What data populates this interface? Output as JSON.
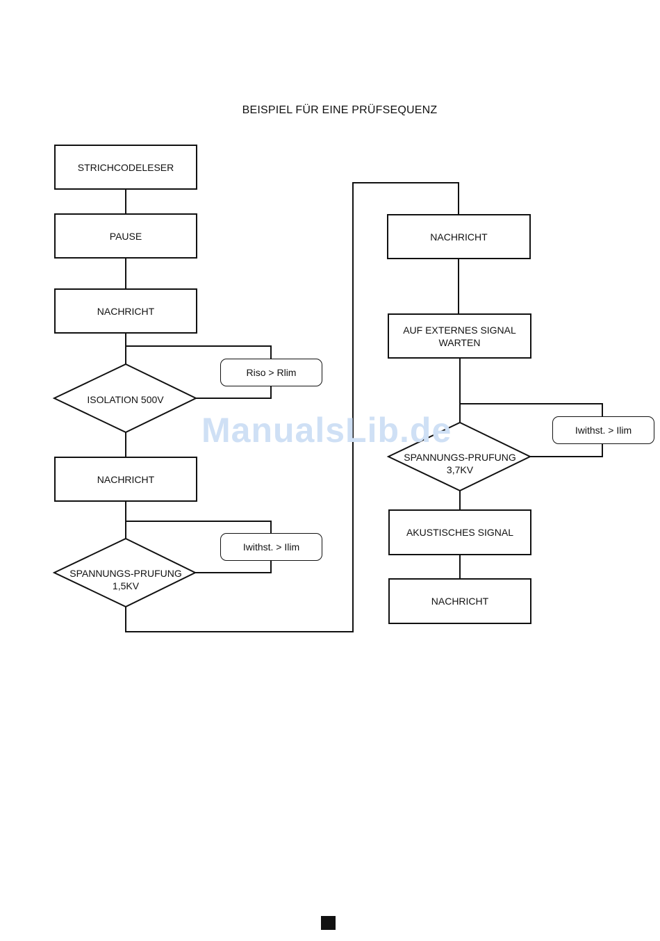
{
  "title": "BEISPIEL FÜR EINE PRÜFSEQUENZ",
  "left_column": {
    "strichcodeleser": "STRICHCODELESER",
    "pause": "PAUSE",
    "nachricht_1": "NACHRICHT",
    "isolation": "ISOLATION 500V",
    "riso_condition": "Riso > Rlim",
    "nachricht_2": "NACHRICHT",
    "spannung_1": "SPANNUNGS-PRUFUNG\n1,5KV",
    "iwithst_condition_1": "Iwithst. > Ilim"
  },
  "right_column": {
    "nachricht_3": "NACHRICHT",
    "auf_externes_signal": "AUF EXTERNES SIGNAL\nWARTEN",
    "spannung_2": "SPANNUNGS-PRUFUNG\n3,7KV",
    "iwithst_condition_2": "Iwithst. > Ilim",
    "akustisches_signal": "AKUSTISCHES SIGNAL",
    "nachricht_4": "NACHRICHT"
  },
  "watermark": "ManualsLib.de"
}
